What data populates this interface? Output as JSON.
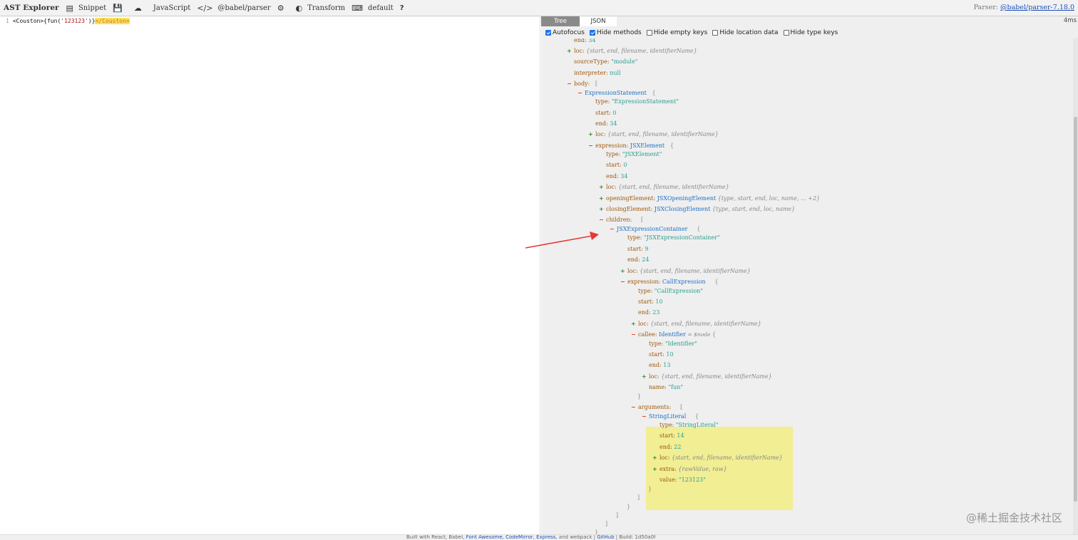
{
  "toolbar": {
    "title": "AST Explorer",
    "snippet": "Snippet",
    "language": "JavaScript",
    "parser": "@babel/parser",
    "transform": "Transform",
    "default": "default",
    "help": "?",
    "parser_info_label": "Parser:",
    "parser_info_link": "@babel/parser-7.18.0"
  },
  "editor": {
    "line_number": "1",
    "code_prefix": "<Couston>{fun(",
    "code_string": "'123123'",
    "code_mid": ")}",
    "code_close_tag": "</Couston>"
  },
  "right": {
    "tabs": {
      "tree": "Tree",
      "json": "JSON"
    },
    "timing": "4ms",
    "options": {
      "autofocus": "Autofocus",
      "hide_methods": "Hide methods",
      "hide_empty_keys": "Hide empty keys",
      "hide_location_data": "Hide location data",
      "hide_type_keys": "Hide type keys"
    },
    "options_checked": {
      "autofocus": true,
      "hide_methods": true,
      "hide_empty_keys": false,
      "hide_location_data": false,
      "hide_type_keys": false
    }
  },
  "tree": {
    "end_top": {
      "key": "end:",
      "value": "34"
    },
    "loc_top": {
      "key": "loc:",
      "summary": "{start, end, filename, identifierName}"
    },
    "sourceType": {
      "key": "sourceType:",
      "value": "\"module\""
    },
    "interpreter": {
      "key": "interpreter:",
      "value": "null"
    },
    "body": {
      "key": "body:",
      "bracket": "["
    },
    "expr_stmt": {
      "label": "ExpressionStatement",
      "brace": "{"
    },
    "es_type": {
      "key": "type:",
      "value": "\"ExpressionStatement\""
    },
    "es_start": {
      "key": "start:",
      "value": "0"
    },
    "es_end": {
      "key": "end:",
      "value": "34"
    },
    "es_loc": {
      "key": "loc:",
      "summary": "{start, end, filename, identifierName}"
    },
    "expression": {
      "key": "expression:",
      "type": "JSXElement",
      "brace": "{"
    },
    "jsx_type": {
      "key": "type:",
      "value": "\"JSXElement\""
    },
    "jsx_start": {
      "key": "start:",
      "value": "0"
    },
    "jsx_end": {
      "key": "end:",
      "value": "34"
    },
    "jsx_loc": {
      "key": "loc:",
      "summary": "{start, end, filename, identifierName}"
    },
    "opening": {
      "key": "openingElement:",
      "type": "JSXOpeningElement",
      "summary": "{type, start, end, loc, name, ... +2}"
    },
    "closing": {
      "key": "closingElement:",
      "type": "JSXClosingElement",
      "summary": "{type, start, end, loc, name}"
    },
    "children": {
      "key": "children:",
      "bracket": "["
    },
    "jec": {
      "label": "JSXExpressionContainer",
      "brace": "{"
    },
    "jec_type": {
      "key": "type:",
      "value": "\"JSXExpressionContainer\""
    },
    "jec_start": {
      "key": "start:",
      "value": "9"
    },
    "jec_end": {
      "key": "end:",
      "value": "24"
    },
    "jec_loc": {
      "key": "loc:",
      "summary": "{start, end, filename, identifierName}"
    },
    "jec_expression": {
      "key": "expression:",
      "type": "CallExpression",
      "brace": "{"
    },
    "ce_type": {
      "key": "type:",
      "value": "\"CallExpression\""
    },
    "ce_start": {
      "key": "start:",
      "value": "10"
    },
    "ce_end": {
      "key": "end:",
      "value": "23"
    },
    "ce_loc": {
      "key": "loc:",
      "summary": "{start, end, filename, identifierName}"
    },
    "callee": {
      "key": "callee:",
      "type": "Identifier",
      "node_ref": "= $node",
      "brace": "{"
    },
    "id_type": {
      "key": "type:",
      "value": "\"Identifier\""
    },
    "id_start": {
      "key": "start:",
      "value": "10"
    },
    "id_end": {
      "key": "end:",
      "value": "13"
    },
    "id_loc": {
      "key": "loc:",
      "summary": "{start, end, filename, identifierName}"
    },
    "id_name": {
      "key": "name:",
      "value": "\"fun\""
    },
    "close1": "}",
    "arguments": {
      "key": "arguments:",
      "bracket": "["
    },
    "sl": {
      "label": "StringLiteral",
      "brace": "{"
    },
    "sl_type": {
      "key": "type:",
      "value": "\"StringLiteral\""
    },
    "sl_start": {
      "key": "start:",
      "value": "14"
    },
    "sl_end": {
      "key": "end:",
      "value": "22"
    },
    "sl_loc": {
      "key": "loc:",
      "summary": "{start, end, filename, identifierName}"
    },
    "sl_extra": {
      "key": "extra:",
      "summary": "{rawValue, raw}"
    },
    "sl_value": {
      "key": "value:",
      "value": "\"123123\""
    },
    "close2": "}",
    "close3": "]",
    "close4": "}",
    "close5": "]",
    "close6": "]",
    "close7": "}"
  },
  "footer": {
    "prefix": "Built with React, Babel,",
    "fa": "Font Awesome",
    "cm": "CodeMirror",
    "ex": "Express",
    "wp_text": ", and webpack |",
    "gh": "GitHub",
    "build": "| Build: 1d50a0f"
  },
  "watermark": "@稀土掘金技术社区",
  "colors": {
    "toggle_minus": "#e0332b",
    "toggle_plus": "#2f8a2f",
    "key": "#a0570b",
    "type": "#1e6fc4",
    "highlight": "#f1ee94",
    "arrow": "#e53935"
  }
}
